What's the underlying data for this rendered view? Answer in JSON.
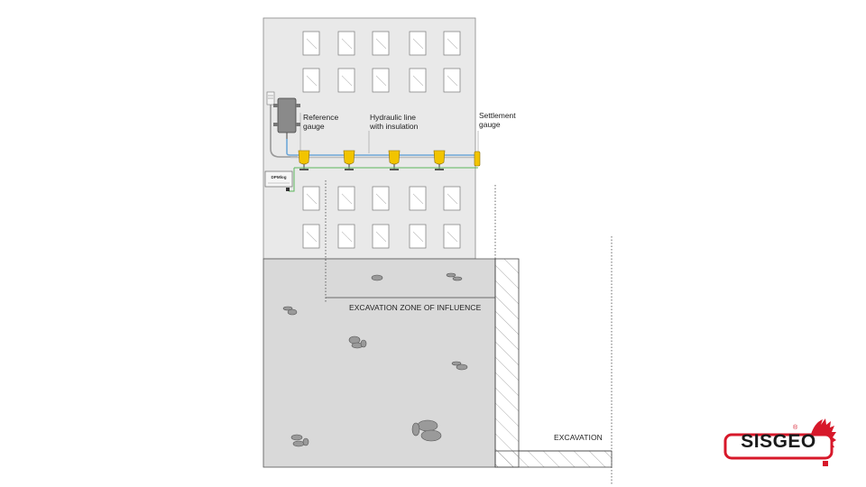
{
  "labels": {
    "reference_gauge": "Reference\ngauge",
    "hydraulic_line": "Hydraulic line\nwith insulation",
    "settlement_gauge": "Settlement\ngauge",
    "zone_of_influence": "EXCAVATION ZONE OF INFLUENCE",
    "excavation": "EXCAVATION",
    "datalogger_brand": "DPMlog"
  },
  "logo": {
    "text": "SISGEO",
    "registered_mark": "®"
  },
  "colors": {
    "building_fill": "#e9e9e9",
    "soil_fill": "#d9d9d9",
    "gauge_yellow": "#f2c400",
    "hydraulic_line_blue": "#6fa8d8",
    "signal_line_green": "#5cb85c",
    "logo_red": "#d7182a",
    "stone_gray": "#9a9a9a"
  },
  "diagram": {
    "settlement_gauge_count": 5,
    "window_rows": 4,
    "window_columns": 5
  }
}
